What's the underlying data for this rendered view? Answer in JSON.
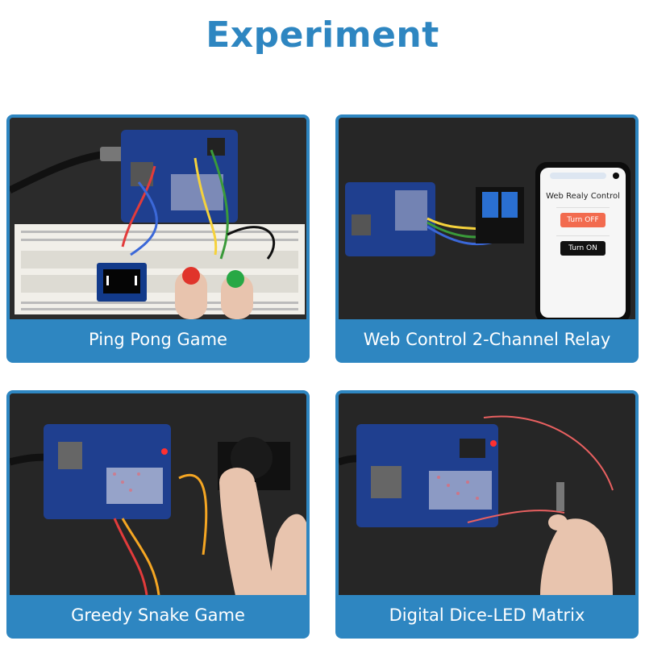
{
  "page": {
    "title": "Experiment"
  },
  "cards": [
    {
      "caption": "Ping Pong Game"
    },
    {
      "caption": "Web Control 2-Channel Relay",
      "phone": {
        "app_title": "Web Realy Control",
        "off_label": "Turn OFF",
        "on_label": "Turn ON"
      }
    },
    {
      "caption": "Greedy Snake Game"
    },
    {
      "caption": "Digital Dice-LED Matrix"
    }
  ],
  "colors": {
    "accent": "#2e86c1",
    "photo_bg": "#2a2a2a",
    "board": "#1f3f8f",
    "breadboard": "#f1efe9",
    "off_button": "#f26b4f",
    "on_button": "#111111"
  }
}
